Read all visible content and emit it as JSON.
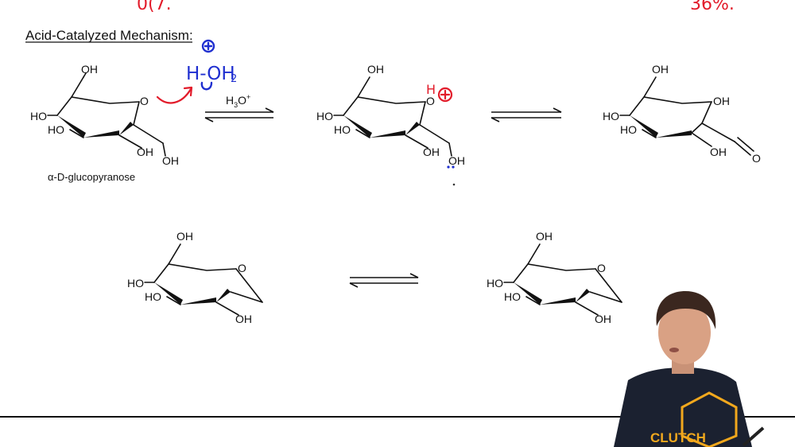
{
  "title": "Acid-Catalyzed Mechanism:",
  "reagent": {
    "main": "H",
    "sub": "3",
    "o": "O",
    "sup": "+"
  },
  "caption": "α-D-glucopyranose",
  "labels": {
    "oh": "OH",
    "ho": "HO",
    "o": "O",
    "h": "H"
  },
  "annotations": {
    "hydronium": "H-OH",
    "hydronium_sub": "2",
    "top_left_fragment": "0(7.",
    "top_right_fragment": "36%."
  },
  "shirt_text": "CLUTCH",
  "colors": {
    "red": "#e21b2a",
    "blue": "#1f2fd0",
    "shirt": "#1b2130",
    "logo": "#f2a81d"
  }
}
